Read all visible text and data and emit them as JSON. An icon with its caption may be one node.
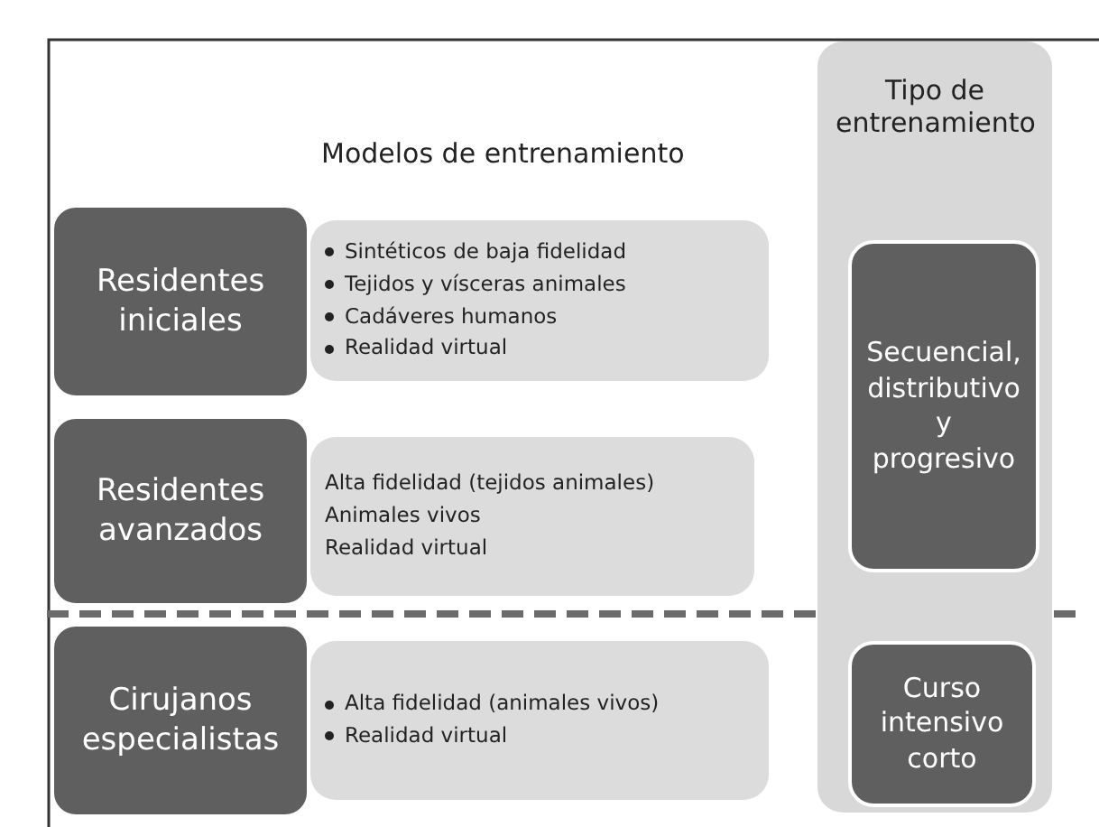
{
  "diagram": {
    "nodes": [
      {
        "text": [
          "Tipo de entrenamiento"
        ]
      },
      {
        "text": [
          "Secuencial, distributivo y progresivo"
        ],
        "in": 0
      },
      {
        "text": [
          "Curso intensivo corto"
        ],
        "in": 0
      },
      {
        "text": [
          "Residentes iniciales"
        ]
      },
      {
        "text": [
          "Sintéticos de baja fidelidad",
          "Tejidos y vísceras animales",
          "Cadáveres humanos",
          "Realidad virtual"
        ]
      },
      {
        "text": [
          "Residentes avanzados"
        ]
      },
      {
        "text": [
          "Alta fidelidad (tejidos animales)",
          "Animales vivos",
          "Realidad virtual"
        ]
      },
      {
        "text": [
          "Cirujanos especialistas"
        ]
      },
      {
        "text": [
          "Alta fidelidad (animales vivos)",
          "Realidad virtual"
        ]
      }
    ],
    "edges": [],
    "labels": [
      "Modelos de entrenamiento"
    ]
  }
}
